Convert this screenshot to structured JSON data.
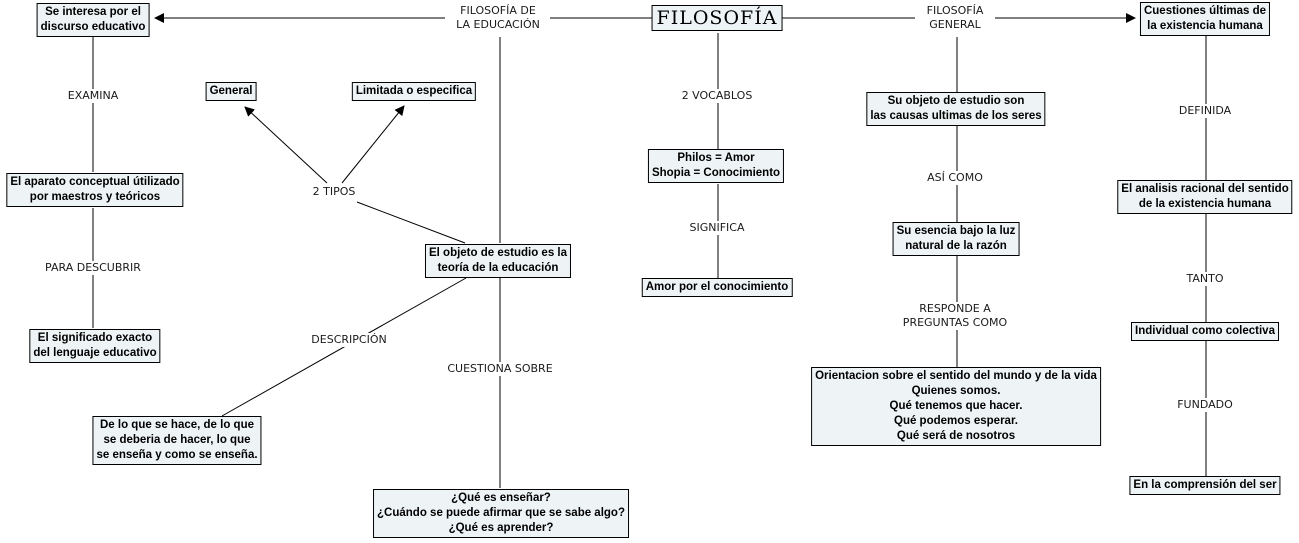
{
  "title": "FILOSOFÍA",
  "left_branch": {
    "label": "FILOSOFÍA DE\nLA EDUCACIÓN",
    "interest_node": "Se interesa por el\ndiscurso educativo",
    "examina_label": "EXAMINA",
    "aparato_node": "El aparato conceptual útilizado\npor maestros y teóricos",
    "para_descubrir_label": "PARA DESCUBRIR",
    "significado_node": "El significado exacto\ndel lenguaje educativo",
    "objeto_node": "El objeto de estudio es la\nteoría de la educación",
    "tipos_label": "2 TIPOS",
    "general_node": "General",
    "limitada_node": "Limitada o especifica",
    "descripcion_label": "DESCRIPCIÓN",
    "descripcion_node": "De lo que se hace, de lo que\nse deberia de hacer, lo que\nse enseña y como se enseña.",
    "cuestiona_label": "CUESTIONA SOBRE",
    "preguntas_node": "¿Qué es enseñar?\n¿Cuándo se puede afirmar que se sabe algo?\n¿Qué es aprender?"
  },
  "center_branch": {
    "vocablos_label": "2 VOCABLOS",
    "philos_node": "Philos = Amor\nShopia = Conocimiento",
    "significa_label": "SIGNIFICA",
    "amor_node": "Amor por el conocimiento"
  },
  "right_branch": {
    "label": "FILOSOFÍA\nGENERAL",
    "objeto_node": "Su objeto de estudio son\nlas causas ultimas de los seres",
    "asi_como_label": "ASÍ COMO",
    "esencia_node": "Su esencia bajo la luz\nnatural de la razón",
    "responde_label": "RESPONDE A\nPREGUNTAS COMO",
    "orientacion_node": "Orientacion sobre el sentido del mundo y de la vida\nQuienes somos.\nQué tenemos que hacer.\nQué podemos esperar.\nQué será de nosotros",
    "cuestiones_node": "Cuestiones últimas de\nla existencia humana",
    "definida_label": "DEFINIDA",
    "analisis_node": "El analisis racional del sentido\nde la existencia humana",
    "tanto_label": "TANTO",
    "individual_node": "Individual como colectiva",
    "fundado_label": "FUNDADO",
    "comprension_node": "En la comprensión del ser"
  },
  "colors": {
    "node_fill": "#eef4f6",
    "border": "#000000",
    "line": "#000000"
  }
}
